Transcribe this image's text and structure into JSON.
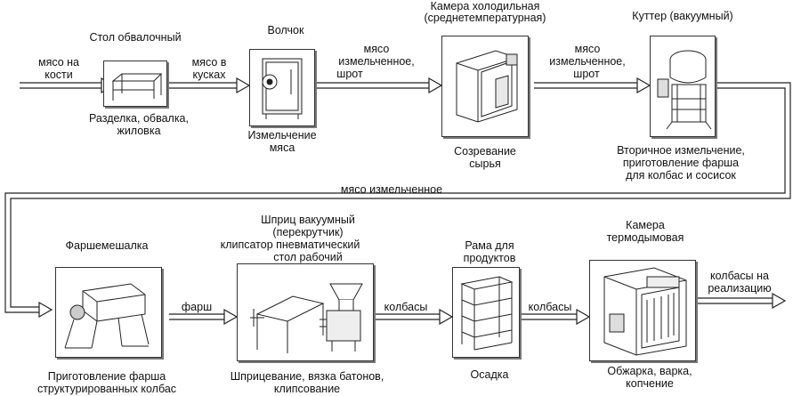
{
  "stations": {
    "table": {
      "title": "Стол обвалочный",
      "caption": [
        "Разделка, обвалка,",
        "жиловка"
      ]
    },
    "grinder": {
      "title": "Волчок",
      "caption": [
        "Измельчение",
        "мяса"
      ]
    },
    "chamber": {
      "title": [
        "Камера холодильная",
        "(среднетемпературная)"
      ],
      "caption": [
        "Созревание",
        "сырья"
      ]
    },
    "cutter": {
      "title": "Куттер (вакуумный)",
      "caption": [
        "Вторичное измельчение,",
        "приготовление фарша",
        "для колбас и сосисок"
      ]
    },
    "mixer": {
      "title": "Фаршемешалка",
      "caption": [
        "Приготовление фарша",
        "структурированных колбас"
      ]
    },
    "syringe": {
      "title": [
        "Шприц вакуумный",
        "(перекрутчик)",
        "клипсатор пневматический",
        "стол рабочий"
      ],
      "caption": [
        "Шприцевание, вязка батонов,",
        "клипсование"
      ]
    },
    "frame": {
      "title": [
        "Рама для",
        "продуктов"
      ],
      "caption": [
        "Осадка"
      ]
    },
    "smoke": {
      "title": [
        "Камера",
        "термодымовая"
      ],
      "caption": [
        "Обжарка, варка,",
        "копчение"
      ]
    }
  },
  "flows": {
    "in": [
      "мясо на",
      "кости"
    ],
    "pieces": [
      "мясо в",
      "кусках"
    ],
    "ground1": [
      "мясо",
      "измельченное,",
      "шрот"
    ],
    "ground2": [
      "мясо",
      "измельченное,",
      "шрот"
    ],
    "return": "мясо измельченное",
    "farsh": "фарш",
    "sausage1": "колбасы",
    "sausage2": "колбасы",
    "out": [
      "колбасы на",
      "реализацию"
    ]
  }
}
